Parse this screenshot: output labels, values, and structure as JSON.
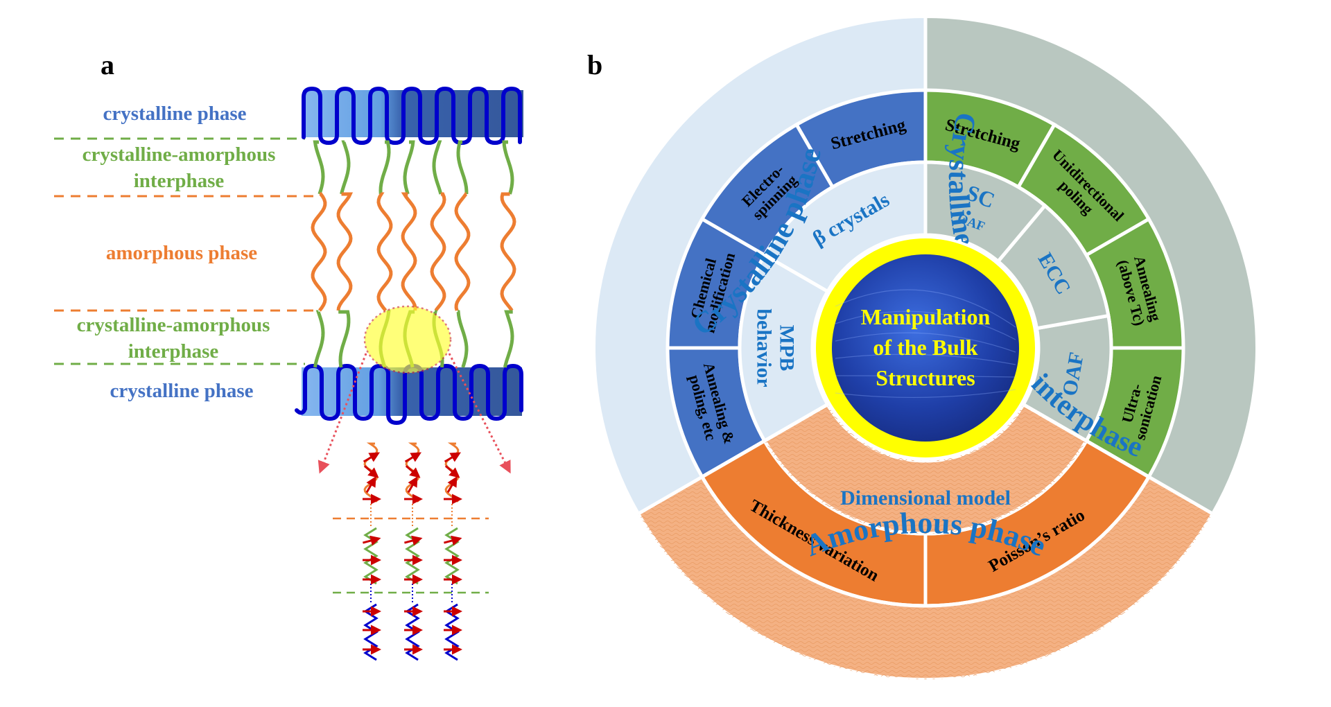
{
  "panel_a": {
    "label": "a",
    "labels": {
      "crystalline_top": "crystalline phase",
      "interphase_top_1": "crystalline-amorphous",
      "interphase_top_2": "interphase",
      "amorphous": "amorphous phase",
      "interphase_bottom_1": "crystalline-amorphous",
      "interphase_bottom_2": "interphase",
      "crystalline_bottom": "crystalline phase"
    },
    "colors": {
      "crystalline": "#4472c4",
      "interphase": "#70ad47",
      "amorphous": "#ed7d31",
      "chain_blue": "#0000cc",
      "dipole_arrow": "#cc0000",
      "highlight": "#ffff66"
    }
  },
  "panel_b": {
    "label": "b",
    "center": {
      "lines": [
        "Manipulation",
        "of the Bulk",
        "Structures"
      ],
      "text_color": "#ffff00",
      "ring_color": "#ffff00",
      "disk_color": "#1f3fa8"
    },
    "sectors": [
      {
        "id": "crystalline",
        "title": "Crystalline phase",
        "ring_color": "#dce9f5",
        "segment_color": "#4472c4",
        "middle": [
          {
            "lines": [
              "β crystals"
            ]
          },
          {
            "lines": [
              "MPB",
              "behavior"
            ]
          }
        ],
        "outer": [
          {
            "lines": [
              "Stretching"
            ]
          },
          {
            "lines": [
              "Electro-",
              "spinning"
            ]
          },
          {
            "lines": [
              "Chemical",
              "modification"
            ]
          },
          {
            "lines": [
              "Annealing &",
              "poling, etc"
            ]
          }
        ]
      },
      {
        "id": "interphase",
        "title": "Crystalline-amorphous interphase",
        "ring_color": "#b9c7c0",
        "segment_color": "#70ad47",
        "middle": [
          {
            "lines": [
              "OAF"
            ]
          },
          {
            "lines": [
              "ECC"
            ]
          },
          {
            "lines": [
              "SC",
              "OAF"
            ],
            "subscript": true
          }
        ],
        "outer": [
          {
            "lines": [
              "Stretching"
            ]
          },
          {
            "lines": [
              "Unidirectional",
              "poling"
            ]
          },
          {
            "lines": [
              "Annealing",
              "(above Tc)"
            ]
          },
          {
            "lines": [
              "Ultra-",
              "sonication"
            ]
          }
        ]
      },
      {
        "id": "amorphous",
        "title": "Amorphous phase",
        "ring_color": "#f4b183",
        "segment_color": "#ed7d31",
        "middle": [
          {
            "lines": [
              "Dimensional model"
            ]
          }
        ],
        "outer": [
          {
            "lines": [
              "Poisson’s ratio"
            ]
          },
          {
            "lines": [
              "Thickness variation"
            ]
          }
        ]
      }
    ],
    "title_color": "#1a74c4",
    "segment_text_color": "#000000"
  }
}
